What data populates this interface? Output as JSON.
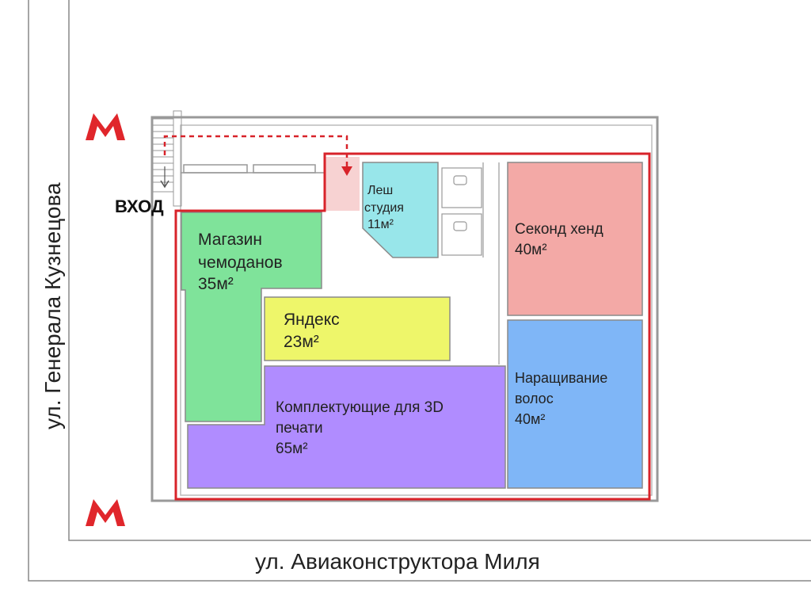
{
  "streets": {
    "left": "ул. Генерала Кузнецова",
    "bottom": "ул. Авиаконструктора Миля"
  },
  "entrance_label": "ВХОД",
  "metro_icon": "metro-m-icon",
  "colors": {
    "boundary": "#d8232a",
    "metro": "#e0262b",
    "suitcase_shop": "#7fe39a",
    "yandex": "#eef66a",
    "parts_3d": "#b08cff",
    "lash_studio": "#98e6ea",
    "second_hand": "#f3a9a6",
    "hair_extension": "#7fb6f7"
  },
  "rooms": {
    "suitcase_shop": {
      "line1": "Магазин",
      "line2": "чемоданов",
      "area": "35м²"
    },
    "yandex": {
      "line1": "Яндекс",
      "area": "23м²"
    },
    "parts_3d": {
      "line1": "Комплектующие для 3D",
      "line2": "печати",
      "area": "65м²"
    },
    "lash_studio": {
      "line1": "Леш",
      "line2": "студия",
      "area": "11м²"
    },
    "second_hand": {
      "line1": "Секонд хенд",
      "area": "40м²"
    },
    "hair_extension": {
      "line1": "Наращивание",
      "line2": "волос",
      "area": "40м²"
    }
  }
}
